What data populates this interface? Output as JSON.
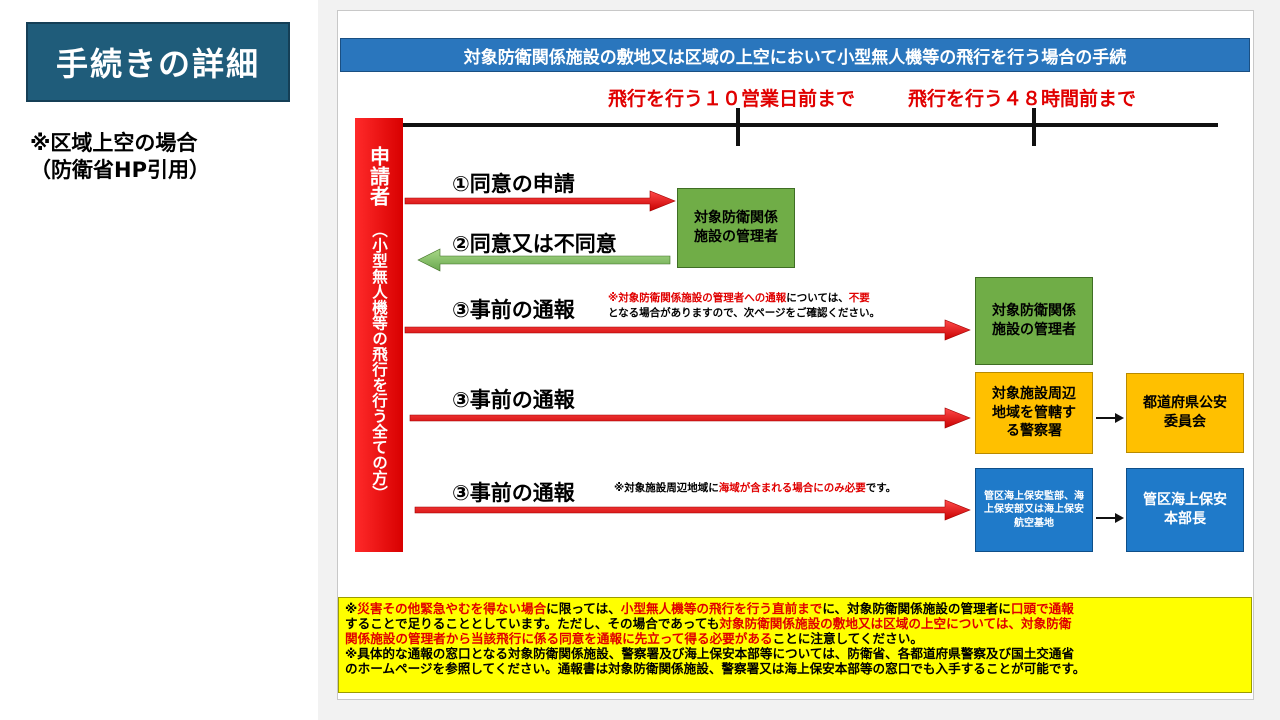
{
  "slide": {
    "title": "手続きの詳細",
    "subnote_line1": "※区域上空の場合",
    "subnote_line2": "（防衛省HP引用）"
  },
  "diagram": {
    "header": "対象防衛関係施設の敷地又は区域の上空において小型無人機等の飛行を行う場合の手続",
    "deadline_10days": "飛行を行う１０営業日前まで",
    "deadline_48hours": "飛行を行う４８時間前まで",
    "applicant_main": "申請者",
    "applicant_sub": "（小型無人機等の飛行を行う全ての方）",
    "steps": {
      "consent_request": "①同意の申請",
      "consent_reply": "②同意又は不同意",
      "notice_manager": "③事前の通報",
      "notice_police": "③事前の通報",
      "notice_coastguard": "③事前の通報"
    },
    "boxes": {
      "manager_top": "対象防衛関係施設の管理者",
      "manager_mid": "対象防衛関係施設の管理者",
      "police": "対象施設周辺地域を管轄する警察署",
      "prefecture": "都道府県公安委員会",
      "coastguard": "管区海上保安監部、海上保安部又は海上保安航空基地",
      "coastguard_hq": "管区海上保安本部長"
    },
    "notes": {
      "manager_note_red1": "※対象防衛関係施設の管理者への通報",
      "manager_note_black1": "については、",
      "manager_note_red2": "不要",
      "manager_note_line2": "となる場合がありますので、次ページをご確認ください。",
      "coast_note_black1": "※対象施設周辺地域に",
      "coast_note_red": "海域が含まれる場合にのみ必要",
      "coast_note_black2": "です。"
    },
    "bottom_note": {
      "l1_a": "※",
      "l1_b": "災害その他緊急やむを得ない場合",
      "l1_c": "に限っては、",
      "l1_d": "小型無人機等の飛行を行う直前まで",
      "l1_e": "に、対象防衛関係施設の管理者に",
      "l1_f": "口頭で通報",
      "l2_a": "することで足りることとしています。ただし、その場合であっても",
      "l2_b": "対象防衛関係施設の敷地又は区域の上空については、対象防衛",
      "l3_a": "関係施設の管理者から当該飛行に係る同意を通報に先立って得る必要がある",
      "l3_b": "ことに注意してください。",
      "l4": "※具体的な通報の窓口となる対象防衛関係施設、警察署及び海上保安本部等については、防衛省、各都道府県警察及び国土交通省",
      "l5": "のホームページを参照してください。通報書は対象防衛関係施設、警察署又は海上保安本部等の窓口でも入手することが可能です。"
    },
    "colors": {
      "header": "#2a76bd",
      "applicant": "#e00000",
      "green_box": "#70ad47",
      "yellow_box": "#ffc000",
      "blue_box": "#1f7ac9",
      "note_bg": "#ffff00"
    }
  }
}
